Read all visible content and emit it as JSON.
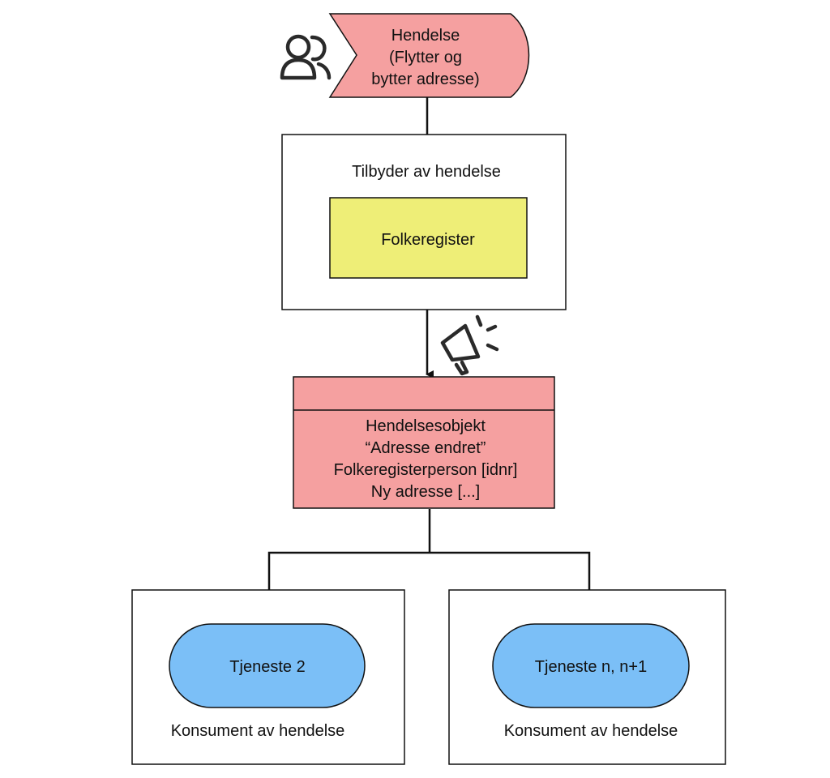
{
  "event": {
    "lines": [
      "Hendelse",
      "(Flytter og",
      "bytter adresse)"
    ],
    "fill": "#f5a0a0"
  },
  "provider": {
    "title": "Tilbyder av hendelse",
    "system": "Folkeregister",
    "system_fill": "#eeee77"
  },
  "event_object": {
    "lines": [
      "Hendelsesobjekt",
      "“Adresse endret”",
      "Folkeregisterperson [idnr]",
      "Ny adresse [...]"
    ],
    "fill": "#f5a0a0"
  },
  "consumers": [
    {
      "service": "Tjeneste 2",
      "label": "Konsument av hendelse"
    },
    {
      "service": "Tjeneste n, n+1",
      "label": "Konsument av hendelse"
    }
  ],
  "service_fill": "#7bbff7",
  "icons": {
    "actor": "people-icon",
    "broadcast": "megaphone-icon"
  }
}
